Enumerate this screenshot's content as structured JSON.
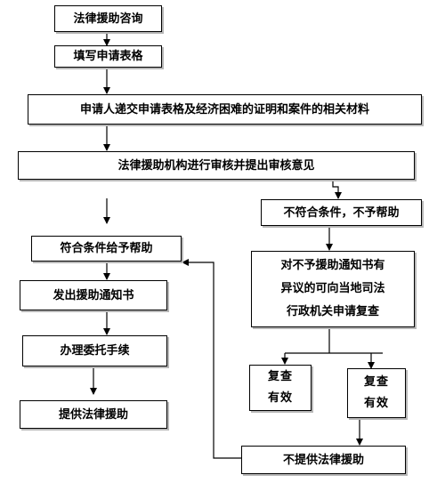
{
  "diagram": {
    "steps": {
      "consult": "法律援助咨询",
      "fill_form": "填写申请表格",
      "submit_materials": "申请人递交申请表格及经济困难的证明和案件的相关材料",
      "review": "法律援助机构进行审核并提出审核意见",
      "not_qualified": "不符合条件，不予帮助",
      "qualified": "符合条件给予帮助",
      "objection": "对不予援助通知书有\n异议的可向当地司法\n行政机关申请复查",
      "issue_notice": "发出援助通知书",
      "entrust": "办理委托手续",
      "provide_aid": "提供法律援助",
      "review_valid_left": "复查\n有效",
      "review_valid_right": "复查\n有效",
      "no_aid": "不提供法律援助"
    }
  }
}
